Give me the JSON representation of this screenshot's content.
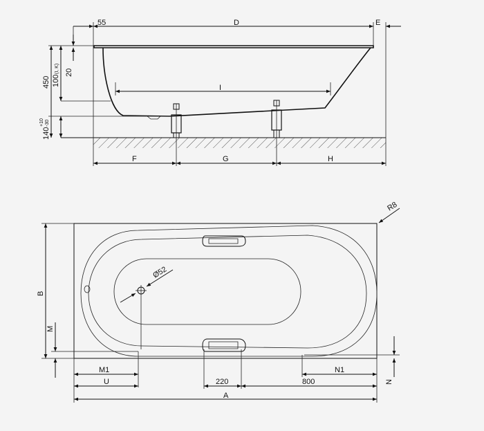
{
  "side_view": {
    "dims": {
      "top_offset": "55",
      "length": "D",
      "end": "E",
      "inner": "I",
      "foot_left": "F",
      "foot_gap": "G",
      "foot_right": "H"
    },
    "vertical_dims": {
      "height": "450",
      "depth": "100",
      "depth_suffix": "(I, K)",
      "rim": "20",
      "feet": "140",
      "feet_tol_neg": "-30",
      "feet_tol_pos": "+10"
    }
  },
  "plan_view": {
    "radius": "R8",
    "drain": "Ø52",
    "width": "B",
    "m": "M",
    "m1": "M1",
    "n1": "N1",
    "n": "N",
    "u": "U",
    "a": "A",
    "handle_width": "220",
    "handle_offset": "800"
  },
  "colors": {
    "background": "#f4f4f4",
    "line": "#111111"
  }
}
